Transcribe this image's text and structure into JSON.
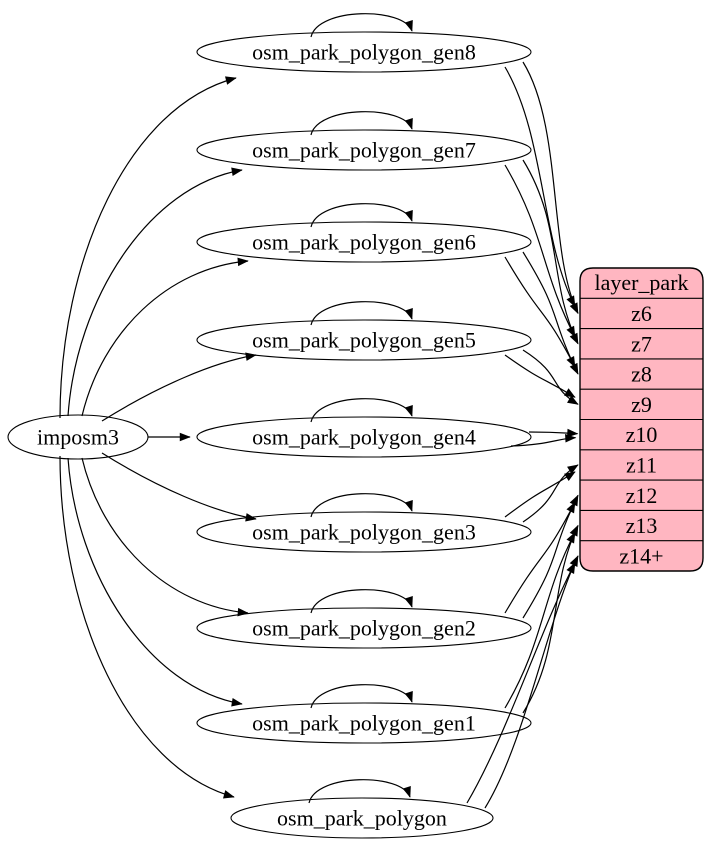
{
  "diagram": {
    "type": "etl-dependency-graph",
    "background": "#ffffff",
    "importer": {
      "id": "imposm3",
      "label": "imposm3"
    },
    "tables": [
      {
        "id": "gen8",
        "label": "osm_park_polygon_gen8"
      },
      {
        "id": "gen7",
        "label": "osm_park_polygon_gen7"
      },
      {
        "id": "gen6",
        "label": "osm_park_polygon_gen6"
      },
      {
        "id": "gen5",
        "label": "osm_park_polygon_gen5"
      },
      {
        "id": "gen4",
        "label": "osm_park_polygon_gen4"
      },
      {
        "id": "gen3",
        "label": "osm_park_polygon_gen3"
      },
      {
        "id": "gen2",
        "label": "osm_park_polygon_gen2"
      },
      {
        "id": "gen1",
        "label": "osm_park_polygon_gen1"
      },
      {
        "id": "polygon",
        "label": "osm_park_polygon"
      }
    ],
    "layer": {
      "id": "layer_park",
      "title": "layer_park",
      "rows": [
        "z6",
        "z7",
        "z8",
        "z9",
        "z10",
        "z11",
        "z12",
        "z13",
        "z14+"
      ],
      "fill": "#ffb6c1",
      "stroke": "#000000"
    },
    "edges": {
      "imports": [
        {
          "from": "imposm3",
          "to": "gen8"
        },
        {
          "from": "imposm3",
          "to": "gen7"
        },
        {
          "from": "imposm3",
          "to": "gen6"
        },
        {
          "from": "imposm3",
          "to": "gen5"
        },
        {
          "from": "imposm3",
          "to": "gen4"
        },
        {
          "from": "imposm3",
          "to": "gen3"
        },
        {
          "from": "imposm3",
          "to": "gen2"
        },
        {
          "from": "imposm3",
          "to": "gen1"
        },
        {
          "from": "imposm3",
          "to": "polygon"
        }
      ],
      "self_loops": [
        "gen8",
        "gen7",
        "gen6",
        "gen5",
        "gen4",
        "gen3",
        "gen2",
        "gen1",
        "polygon"
      ],
      "zoom_mappings": [
        {
          "from": "gen8",
          "row": "z6",
          "edge_count": 2
        },
        {
          "from": "gen7",
          "row": "z7",
          "edge_count": 2
        },
        {
          "from": "gen6",
          "row": "z8",
          "edge_count": 2
        },
        {
          "from": "gen5",
          "row": "z9",
          "edge_count": 2
        },
        {
          "from": "gen4",
          "row": "z10",
          "edge_count": 2
        },
        {
          "from": "gen3",
          "row": "z11",
          "edge_count": 2
        },
        {
          "from": "gen2",
          "row": "z12",
          "edge_count": 2
        },
        {
          "from": "gen1",
          "row": "z13",
          "edge_count": 2
        },
        {
          "from": "polygon",
          "row": "z14+",
          "edge_count": 2
        }
      ]
    },
    "colors": {
      "edge": "#000000",
      "node_fill": "#ffffff",
      "node_stroke": "#000000"
    }
  }
}
